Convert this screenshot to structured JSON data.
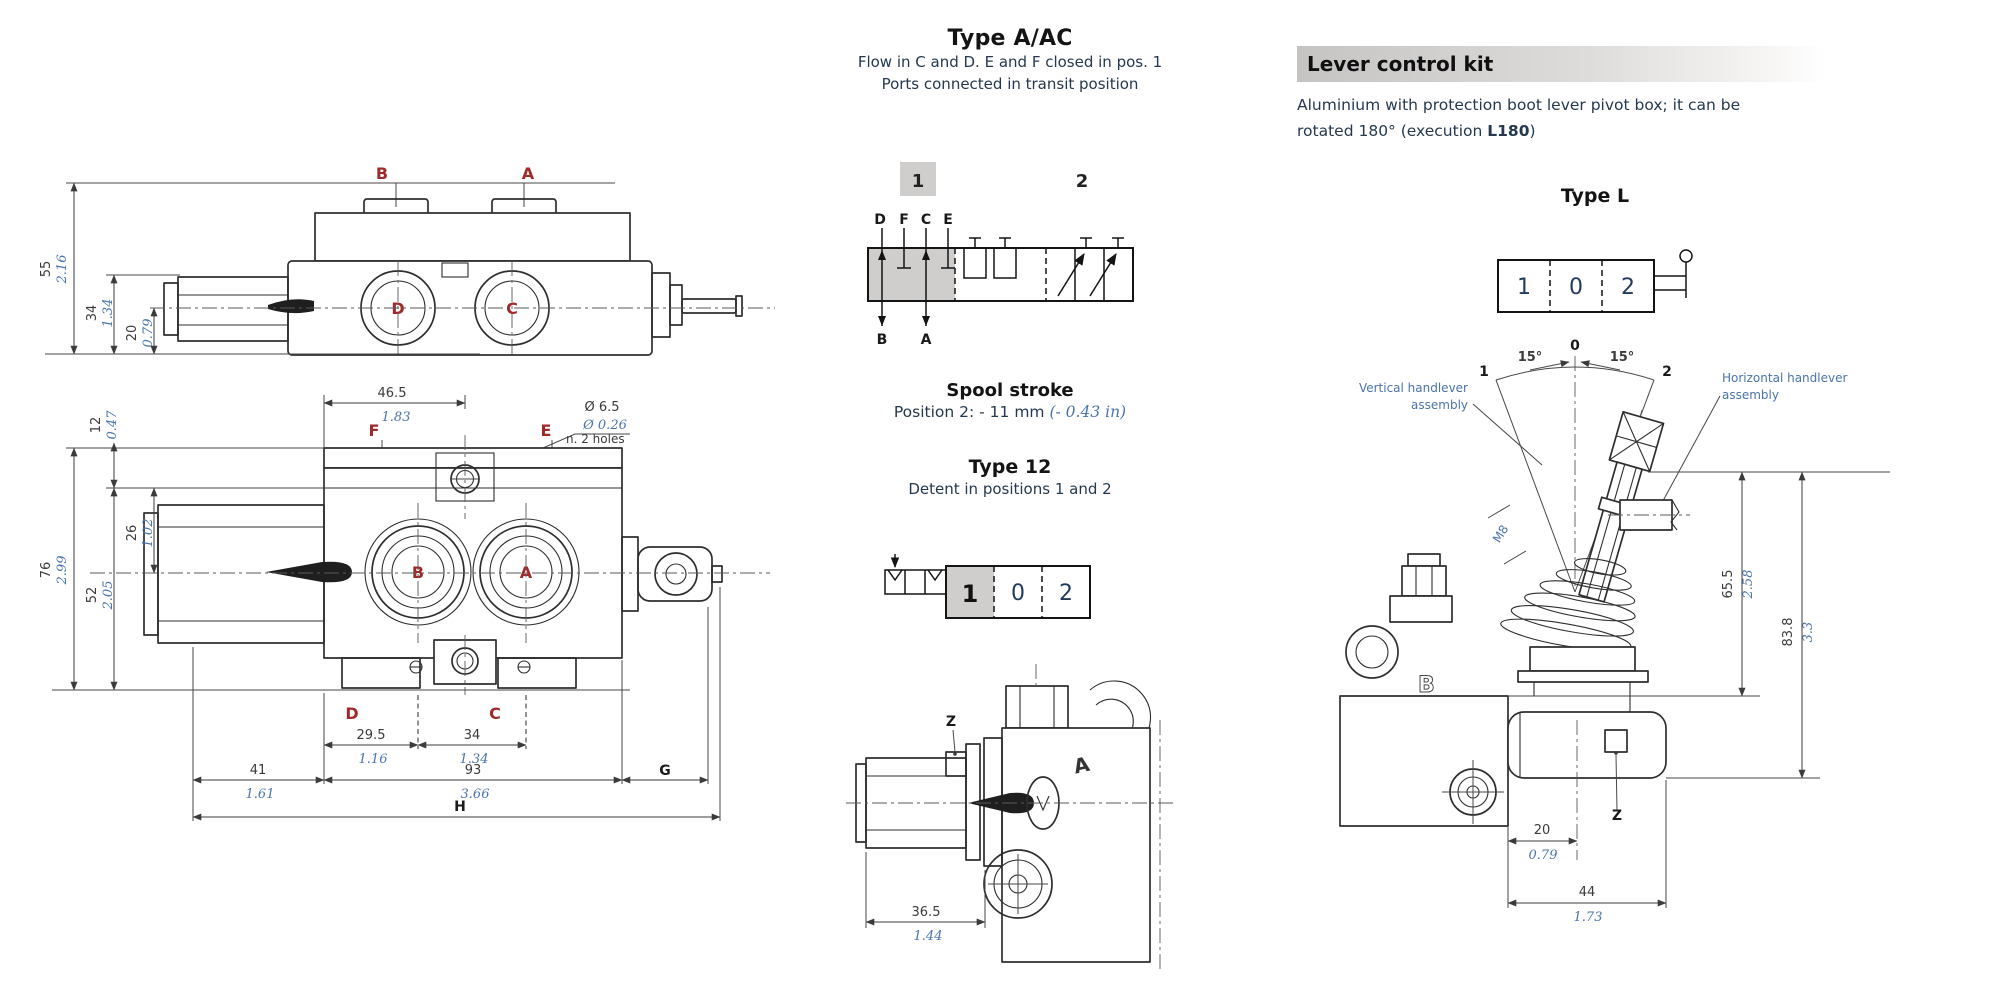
{
  "colors": {
    "port_letter": "#9e2a2b",
    "dim_mm": "#3b3b3b",
    "dim_inch": "#4a74ad",
    "body_text": "#24394f",
    "heading": "#141414",
    "symbol_shade": "#cfcecd",
    "header_bar": "#c5c4c3"
  },
  "left": {
    "top_view": {
      "port_b": "B",
      "port_a": "A",
      "port_d": "D",
      "port_c": "C",
      "dim_55": {
        "mm": "55",
        "in": "2.16"
      },
      "dim_34": {
        "mm": "34",
        "in": "1.34"
      },
      "dim_20": {
        "mm": "20",
        "in": "0.79"
      }
    },
    "front_view": {
      "port_f": "F",
      "port_e": "E",
      "port_b": "B",
      "port_a": "A",
      "port_d": "D",
      "port_c": "C",
      "hole_dia_mm": "Ø 6.5",
      "hole_dia_in": "Ø 0.26",
      "hole_note": "n. 2 holes",
      "dim_46_5": {
        "mm": "46.5",
        "in": "1.83"
      },
      "dim_12": {
        "mm": "12",
        "in": "0.47"
      },
      "dim_76": {
        "mm": "76",
        "in": "2.99"
      },
      "dim_52": {
        "mm": "52",
        "in": "2.05"
      },
      "dim_26": {
        "mm": "26",
        "in": "1.02"
      },
      "dim_29_5": {
        "mm": "29.5",
        "in": "1.16"
      },
      "dim_34": {
        "mm": "34",
        "in": "1.34"
      },
      "dim_41": {
        "mm": "41",
        "in": "1.61"
      },
      "dim_93": {
        "mm": "93",
        "in": "3.66"
      },
      "dim_g": "G",
      "dim_h": "H"
    }
  },
  "center": {
    "title": "Type A/AC",
    "subtitle_line1": "Flow in C and D. E and F closed in pos. 1",
    "subtitle_line2": "Ports connected in transit position",
    "schematic": {
      "pos1": "1",
      "pos2": "2",
      "top_ports": [
        "D",
        "F",
        "C",
        "E"
      ],
      "bottom_ports": [
        "B",
        "A"
      ]
    },
    "spool_stroke": {
      "title": "Spool stroke",
      "value_mm": "Position 2: - 11 mm",
      "value_in": "(- 0.43 in)"
    },
    "type12": {
      "title": "Type 12",
      "subtitle": "Detent in positions 1 and 2",
      "cells": [
        "1",
        "0",
        "2"
      ]
    },
    "side_view": {
      "z_label": "Z",
      "a_label": "A",
      "dim_36_5": {
        "mm": "36.5",
        "in": "1.44"
      }
    }
  },
  "right": {
    "header": "Lever control kit",
    "desc_line1": "Aluminium with protection boot lever pivot box; it can be",
    "desc_line2_pre": "rotated 180° (execution ",
    "desc_line2_bold": "L180",
    "desc_line2_post": ")",
    "type_l": {
      "title": "Type L",
      "cells": [
        "1",
        "0",
        "2"
      ]
    },
    "lever_view": {
      "pos_0": "0",
      "pos_1": "1",
      "pos_2": "2",
      "angle_left": "15°",
      "angle_right": "15°",
      "vertical_label_1": "Vertical handlever",
      "vertical_label_2": "assembly",
      "horizontal_label_1": "Horizontal handlever",
      "horizontal_label_2": "assembly",
      "thread": "M8",
      "body_letter": "B",
      "z_label": "Z",
      "dim_65_5": {
        "mm": "65.5",
        "in": "2.58"
      },
      "dim_83_8": {
        "mm": "83.8",
        "in": "3.3"
      },
      "dim_20": {
        "mm": "20",
        "in": "0.79"
      },
      "dim_44": {
        "mm": "44",
        "in": "1.73"
      }
    }
  }
}
